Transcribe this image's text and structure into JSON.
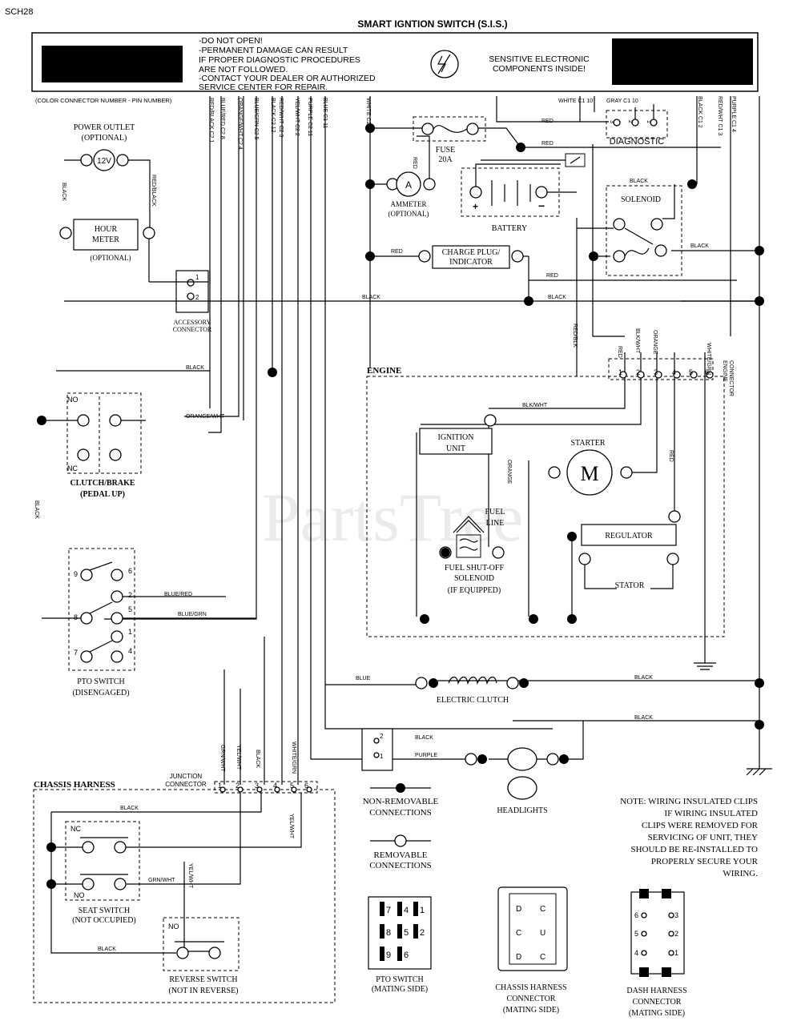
{
  "doc_code": "SCH28",
  "title": "SMART IGNTION SWITCH (S.I.S.)",
  "warning": [
    "-DO NOT OPEN!",
    "-PERMANENT DAMAGE CAN RESULT",
    " IF PROPER DIAGNOSTIC PROCEDURES",
    " ARE NOT FOLLOWED.",
    "-CONTACT YOUR DEALER OR AUTHORIZED",
    " SERVICE CENTER FOR REPAIR."
  ],
  "sensitive": [
    "SENSITIVE ELECTRONIC",
    "COMPONENTS INSIDE!"
  ],
  "legend_color": "(COLOR CONNECTOR NUMBER - PIN NUMBER)",
  "watermark": "PartsTree",
  "wire_tags_top": [
    "RED/BLACK C2 1",
    "BLUE/RED C2 8",
    "ORANGE/WHT C2 4",
    "BLUE/GRN C2 5",
    "BLACK C2 12",
    "RED/WHT C2 3",
    "YEL/WHT C2 2",
    "PURPLE C2 11",
    "BLUE C1 11",
    "WHITE C2 ?",
    "WHITE C1 10",
    "GRAY C1 10",
    "BLACK C1 2",
    "RED/WHT C1 3",
    "PURPLE C1 4"
  ],
  "components": {
    "power_outlet": [
      "POWER OUTLET",
      "(OPTIONAL)"
    ],
    "outlet_voltage": "12V",
    "hour_meter": [
      "HOUR",
      "METER"
    ],
    "hour_meter_opt": "(OPTIONAL)",
    "accessory": [
      "ACCESSORY",
      "CONNECTOR"
    ],
    "ammeter": [
      "AMMETER",
      "(OPTIONAL)"
    ],
    "ammeter_symbol": "A",
    "fuse": [
      "FUSE",
      "20A"
    ],
    "battery": "BATTERY",
    "diagnostic": "DIAGNOSTIC",
    "solenoid": "SOLENOID",
    "charge_plug": [
      "CHARGE PLUG/",
      "INDICATOR"
    ],
    "engine": "ENGINE",
    "engine_connector": [
      "ENGINE",
      "CONNECTOR"
    ],
    "ignition_unit": [
      "IGNITION",
      "UNIT"
    ],
    "starter": "STARTER",
    "starter_symbol": "M",
    "fuel_line": [
      "FUEL",
      "LINE"
    ],
    "fuel_solenoid": [
      "FUEL SHUT-OFF",
      "SOLENOID",
      "(IF EQUIPPED)"
    ],
    "regulator": "REGULATOR",
    "stator": "STATOR",
    "clutch_brake": [
      "CLUTCH/BRAKE",
      "(PEDAL UP)"
    ],
    "pto_switch": [
      "PTO SWITCH",
      "(DISENGAGED)"
    ],
    "electric_clutch": "ELECTRIC CLUTCH",
    "headlights": "HEADLIGHTS",
    "chassis_harness": "CHASSIS HARNESS",
    "junction_connector": [
      "JUNCTION",
      "CONNECTOR"
    ],
    "seat_switch": [
      "SEAT SWITCH",
      "(NOT OCCUPIED)"
    ],
    "reverse_switch": [
      "REVERSE SWITCH",
      "(NOT IN REVERSE)"
    ],
    "non_removable": [
      "NON-REMOVABLE",
      "CONNECTIONS"
    ],
    "removable": [
      "REMOVABLE",
      "CONNECTIONS"
    ],
    "pto_mating": [
      "PTO SWITCH",
      "(MATING SIDE)"
    ],
    "chassis_connector": [
      "CHASSIS HARNESS",
      "CONNECTOR",
      "(MATING SIDE)"
    ],
    "dash_connector": [
      "DASH HARNESS",
      "CONNECTOR",
      "(MATING SIDE)"
    ]
  },
  "contacts": {
    "no": "NO",
    "nc": "NC"
  },
  "pto_pins": [
    "9",
    "6",
    "2",
    "8",
    "5",
    "1",
    "7",
    "4"
  ],
  "pto_mating_pins": [
    "7",
    "4",
    "1",
    "8",
    "5",
    "2",
    "9",
    "6"
  ],
  "wire_labels": {
    "red": "RED",
    "black": "BLACK",
    "blue": "BLUE",
    "purple": "PURPLE",
    "orange": "ORANGE",
    "orange_wht": "ORANGE/WHT",
    "blue_red": "BLUE/RED",
    "blue_grn": "BLUE/GRN",
    "blk_wht": "BLK/WHT",
    "red_wht": "RED/WHT",
    "yel_wht": "YEL/WHT",
    "grn_wht": "GRN/WHT",
    "white_grn": "WHITE/GRN",
    "red_black": "RED/BLK",
    "red_black_v": "RED/BLACK",
    "gray_grn": "GRN/WHT"
  },
  "note": [
    "NOTE: WIRING INSULATED CLIPS",
    "IF WIRING INSULATED",
    "CLIPS WERE REMOVED FOR",
    "SERVICING OF UNIT, THEY",
    "SHOULD BE RE-INSTALLED TO",
    "PROPERLY SECURE YOUR",
    "WIRING."
  ]
}
